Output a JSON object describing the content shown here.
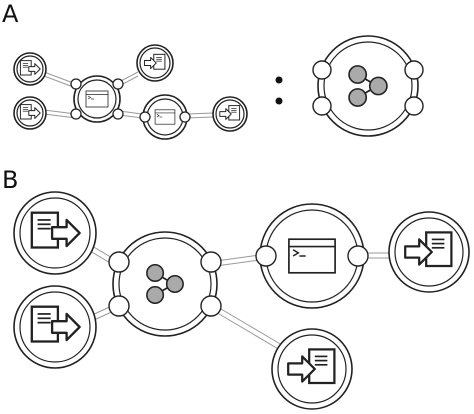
{
  "panels": [
    {
      "label": "A",
      "nodes": [
        {
          "id": "a-in1",
          "kind": "input-icon"
        },
        {
          "id": "a-in2",
          "kind": "input-icon"
        },
        {
          "id": "a-term1",
          "kind": "terminal-icon"
        },
        {
          "id": "a-term2",
          "kind": "terminal-icon"
        },
        {
          "id": "a-out1",
          "kind": "output-icon"
        },
        {
          "id": "a-out2",
          "kind": "output-icon"
        }
      ],
      "equivalence": {
        "symbol": ":",
        "rhs_kind": "share-icon"
      }
    },
    {
      "label": "B",
      "nodes": [
        {
          "id": "b-in1",
          "kind": "input-icon"
        },
        {
          "id": "b-in2",
          "kind": "input-icon"
        },
        {
          "id": "b-hub",
          "kind": "share-icon"
        },
        {
          "id": "b-term",
          "kind": "terminal-icon"
        },
        {
          "id": "b-out1",
          "kind": "output-icon"
        },
        {
          "id": "b-out2",
          "kind": "output-icon"
        }
      ]
    }
  ],
  "icons": {
    "terminal_prompt": ">_",
    "colors": {
      "stroke": "#222222",
      "link": "#aaaaaa",
      "share_fill": "#aaaaaa",
      "background": "#ffffff"
    }
  }
}
